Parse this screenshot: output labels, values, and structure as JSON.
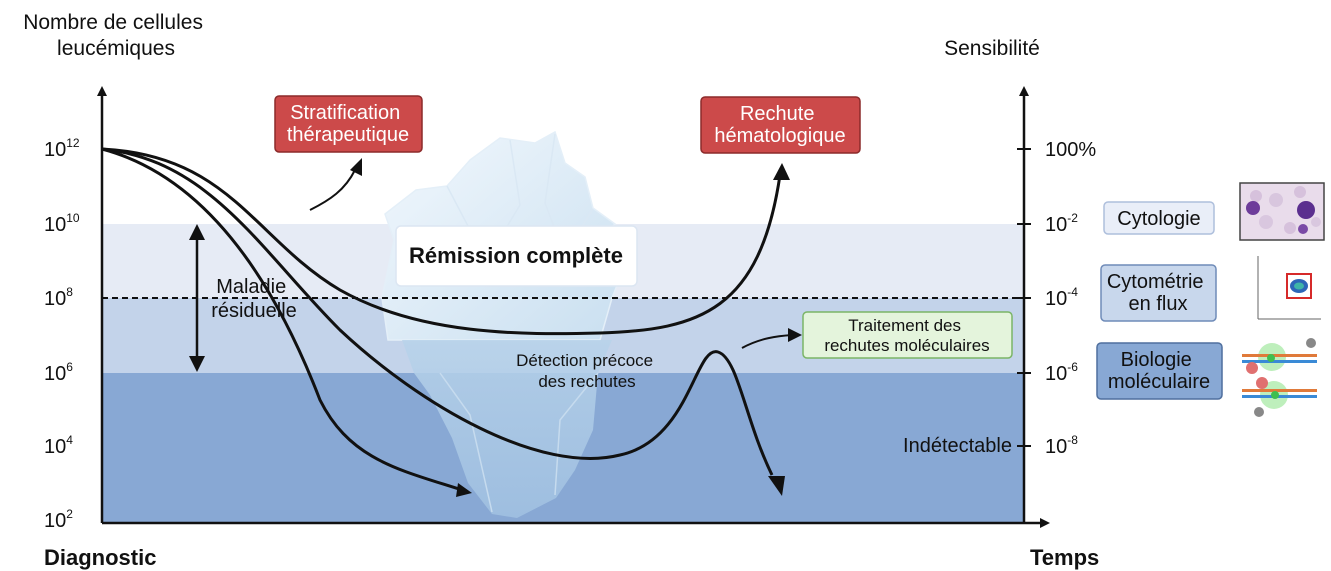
{
  "left_axis": {
    "title_line1": "Nombre de cellules",
    "title_line2": "leucémiques",
    "ticks": [
      {
        "base": "10",
        "exp": "12"
      },
      {
        "base": "10",
        "exp": "10"
      },
      {
        "base": "10",
        "exp": "8"
      },
      {
        "base": "10",
        "exp": "6"
      },
      {
        "base": "10",
        "exp": "4"
      },
      {
        "base": "10",
        "exp": "2"
      }
    ]
  },
  "right_axis": {
    "title": "Sensibilité",
    "ticks": [
      {
        "base": "100%",
        "exp": ""
      },
      {
        "base": "10",
        "exp": "-2"
      },
      {
        "base": "10",
        "exp": "-4"
      },
      {
        "base": "10",
        "exp": "-6"
      },
      {
        "base": "10",
        "exp": "-8"
      }
    ],
    "undetectable_label": "Indétectable"
  },
  "x_axis": {
    "start_label": "Diagnostic",
    "end_label": "Temps"
  },
  "labels": {
    "stratification_line1": "Stratification",
    "stratification_line2": "thérapeutique",
    "rechute_line1": "Rechute",
    "rechute_line2": "hématologique",
    "remission": "Rémission complète",
    "maladie_line1": "Maladie",
    "maladie_line2": "résiduelle",
    "traitement_line1": "Traitement des",
    "traitement_line2": "rechutes moléculaires",
    "detection_line1": "Détection précoce",
    "detection_line2": "des rechutes"
  },
  "methods": [
    {
      "line1": "Cytologie",
      "line2": ""
    },
    {
      "line1": "Cytométrie",
      "line2": "en flux"
    },
    {
      "line1": "Biologie",
      "line2": "moléculaire"
    }
  ],
  "colors": {
    "band_light": "#e6ebf5",
    "band_mid": "#c3d3ea",
    "band_dark": "#88a8d4",
    "red_box": "#cc4a4a",
    "green_box": "#e4f4dc"
  }
}
